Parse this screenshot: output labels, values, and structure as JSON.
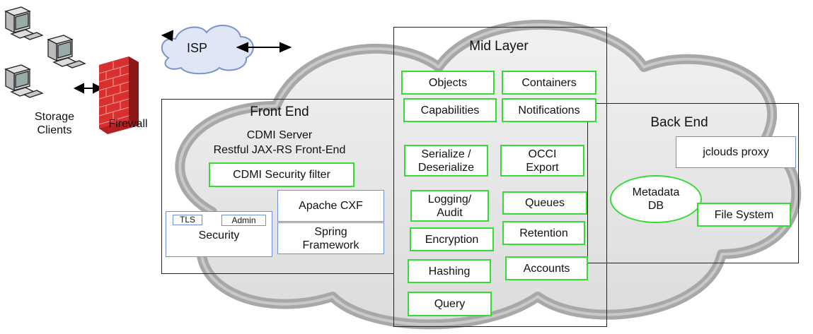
{
  "clients": {
    "label": "Storage\nClients",
    "icon": "desktop-computer-icon"
  },
  "firewall": {
    "label": "Firewall",
    "icon": "brick-firewall-icon"
  },
  "isp": {
    "label": "ISP",
    "icon": "cloud-icon"
  },
  "front_end": {
    "title": "Front End",
    "server_line1": "CDMI Server",
    "server_line2": "Restful JAX-RS Front-End",
    "security_filter": "CDMI Security filter",
    "apache_cxf": "Apache CXF",
    "spring": "Spring\nFramework",
    "security": {
      "label": "Security",
      "tls": "TLS",
      "admin": "Admin"
    }
  },
  "mid_layer": {
    "title": "Mid Layer",
    "modules": [
      "Objects",
      "Containers",
      "Capabilities",
      "Notifications",
      "Serialize /\nDeserialize",
      "OCCI\nExport",
      "Logging/\nAudit",
      "Queues",
      "Encryption",
      "Retention",
      "Hashing",
      "Accounts",
      "Query"
    ]
  },
  "back_end": {
    "title": "Back End",
    "jclouds": "jclouds proxy",
    "metadata": "Metadata\nDB",
    "filesystem": "File System"
  },
  "colors": {
    "module_border": "#33dd33",
    "component_border": "#6f8fd8",
    "cloud_fill": "#e3e3e3",
    "cloud_stroke": "#a8a8a8",
    "firewall": "#d12a2a"
  }
}
